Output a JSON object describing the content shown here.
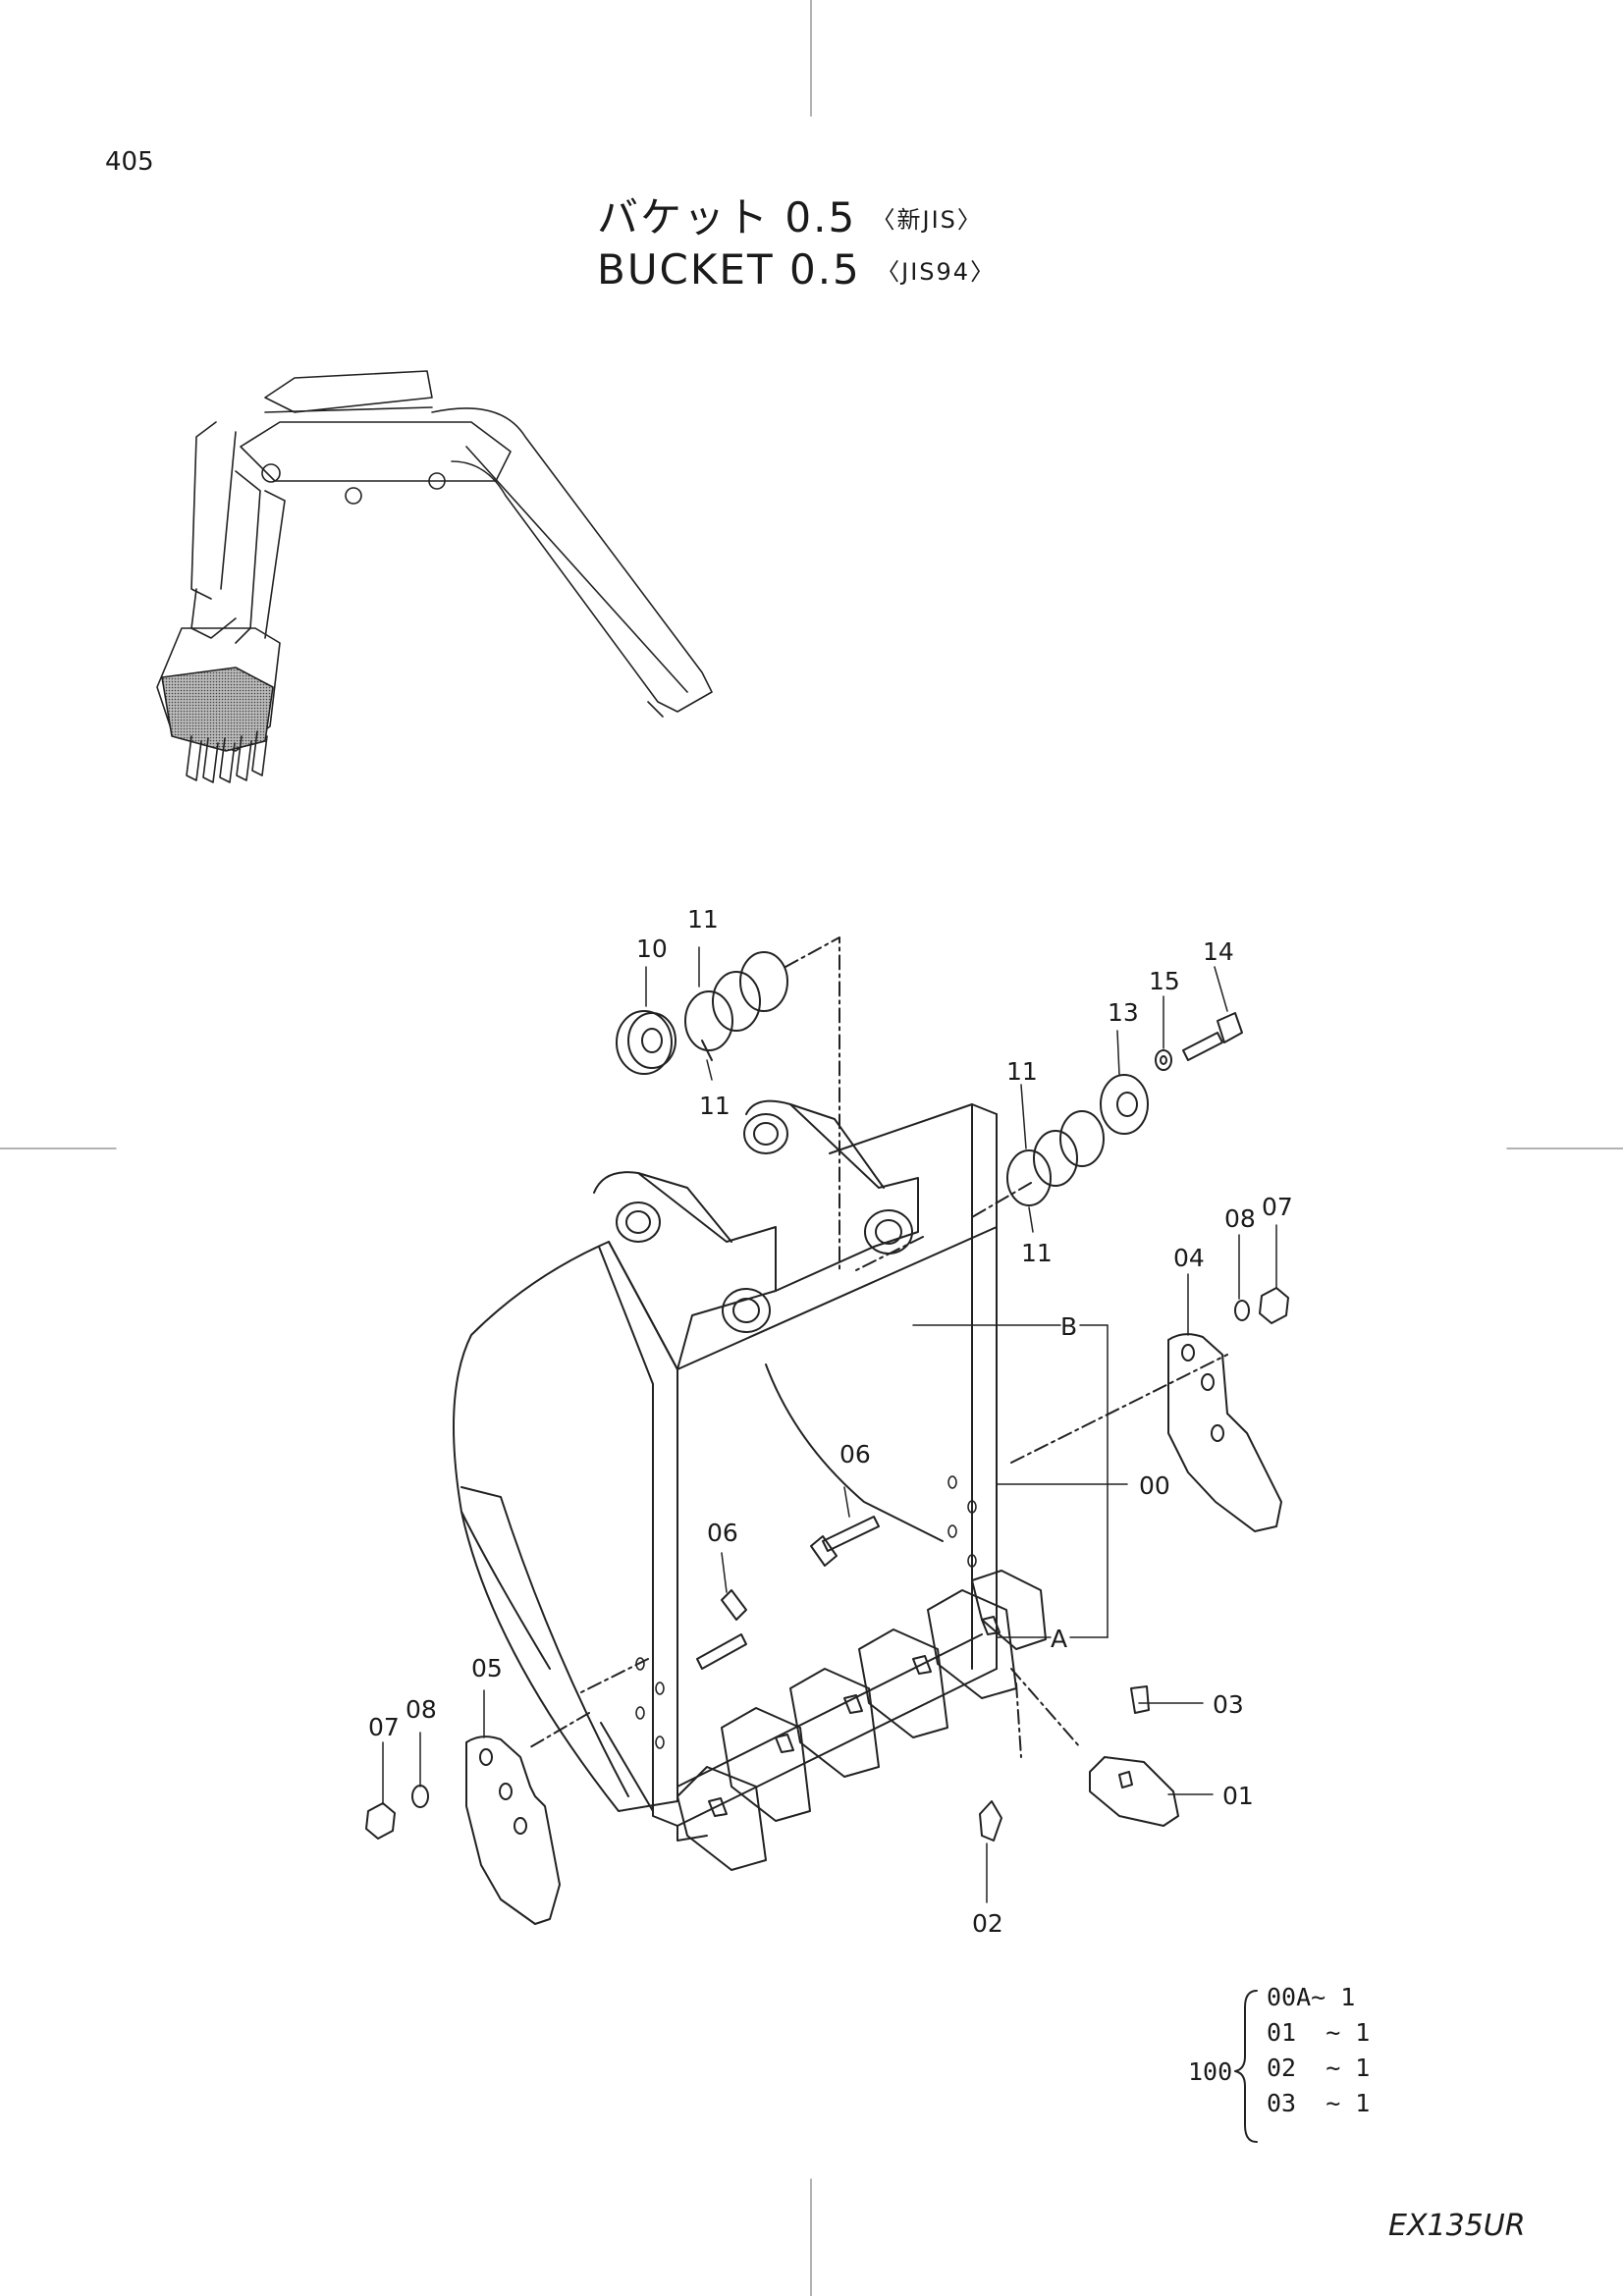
{
  "page_number": "405",
  "title": {
    "jp_main": "バケット",
    "jp_size": "0.5",
    "jp_tag": "〈新JIS〉",
    "en_main": "BUCKET",
    "en_size": "0.5",
    "en_tag": "〈JIS94〉"
  },
  "callouts": {
    "c10": "10",
    "c11a": "11",
    "c11b": "11",
    "c11c": "11",
    "c11d": "11",
    "c13": "13",
    "c14": "14",
    "c15": "15",
    "cB": "B",
    "c00": "00",
    "cA": "A",
    "c04": "04",
    "c08r": "08",
    "c07r": "07",
    "c06a": "06",
    "c06b": "06",
    "c05": "05",
    "c07l": "07",
    "c08l": "08",
    "c03": "03",
    "c01": "01",
    "c02": "02"
  },
  "kit": {
    "assembly": "100",
    "lines": [
      "00A~ 1",
      "01  ~ 1",
      "02  ~ 1",
      "03  ~ 1"
    ]
  },
  "model": "EX135UR"
}
